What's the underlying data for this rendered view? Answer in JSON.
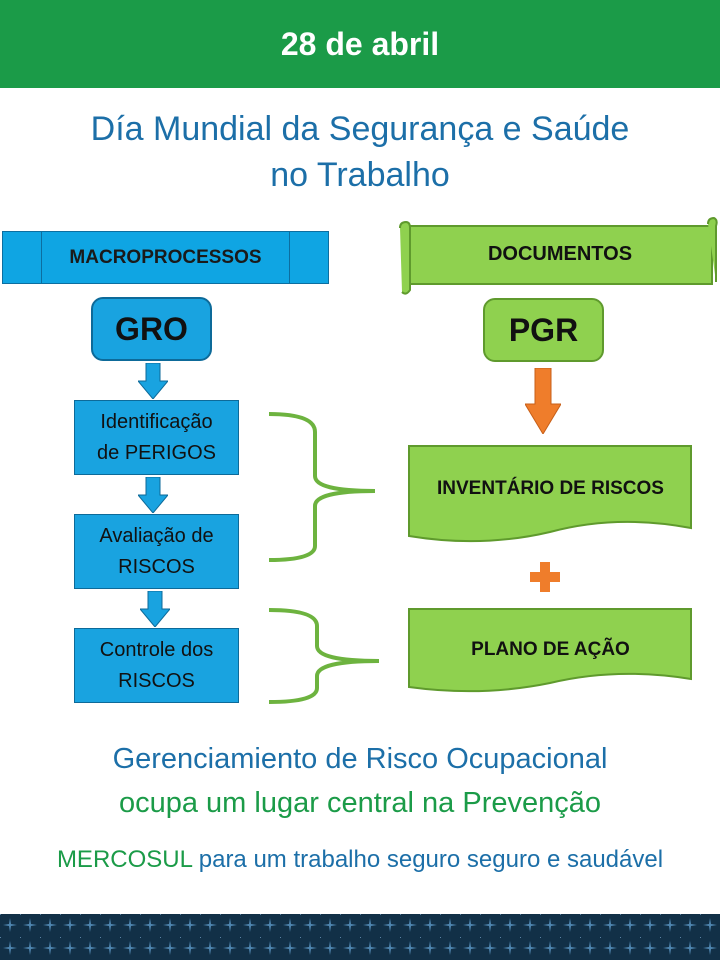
{
  "header": {
    "date": "28 de abril"
  },
  "title": {
    "line1": "Día Mundial da Segurança e Saúde",
    "line2": "no Trabalho"
  },
  "left_column": {
    "label": "MACROPROCESSOS",
    "process": "GRO",
    "steps": [
      {
        "line1": "Identificação",
        "line2": "de PERIGOS"
      },
      {
        "line1": "Avaliação de",
        "line2": "RISCOS"
      },
      {
        "line1": "Controle dos",
        "line2": "RISCOS"
      }
    ]
  },
  "right_column": {
    "label": "DOCUMENTOS",
    "document": "PGR",
    "items": [
      "INVENTÁRIO DE RISCOS",
      "PLANO DE AÇÃO"
    ]
  },
  "closing": {
    "line1": "Gerenciamiento de Risco Ocupacional",
    "line2": "ocupa um lugar central na Prevenção",
    "line3_highlight": "MERCOSUL",
    "line3_rest": " para um trabalho seguro seguro e saudável"
  },
  "colors": {
    "green": "#1b9b48",
    "blue_text": "#1c6fa8",
    "box_blue": "#19a3e0",
    "box_green": "#8fd14f",
    "orange": "#ef7d2b",
    "footer": "#123047"
  }
}
